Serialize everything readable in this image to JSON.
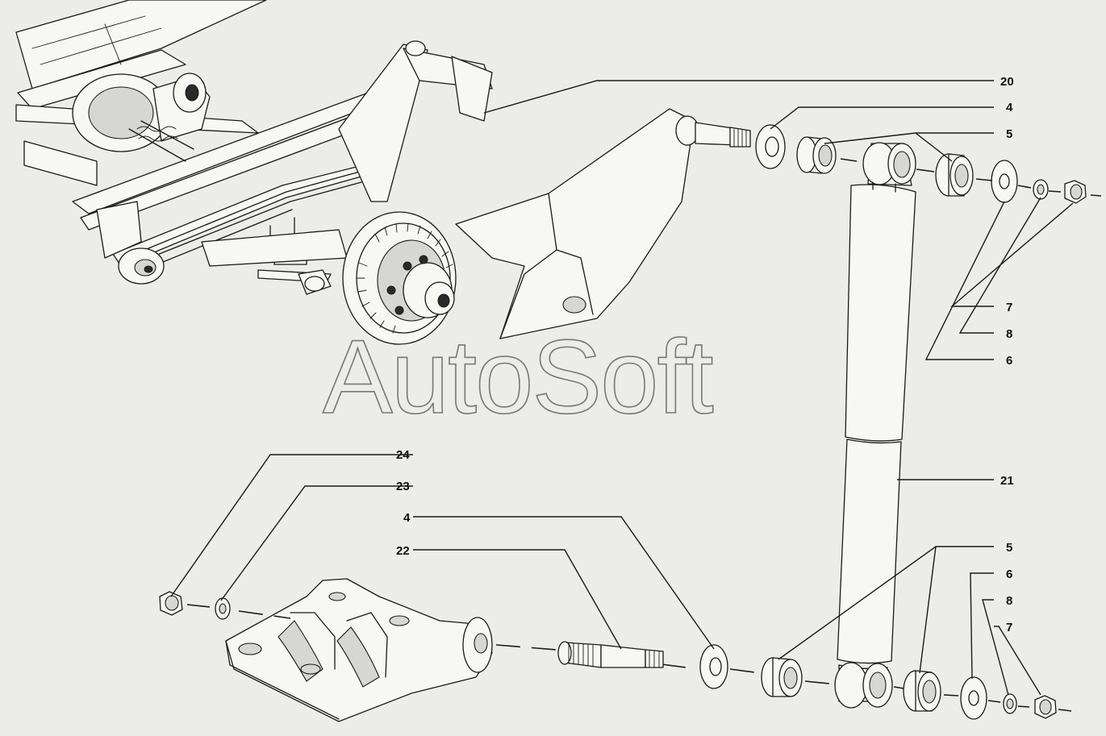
{
  "watermark": "AutoSoft",
  "callouts": [
    {
      "id": "c-20",
      "text": "20"
    },
    {
      "id": "c-4a",
      "text": "4"
    },
    {
      "id": "c-5a",
      "text": "5"
    },
    {
      "id": "c-7a",
      "text": "7"
    },
    {
      "id": "c-8a",
      "text": "8"
    },
    {
      "id": "c-6a",
      "text": "6"
    },
    {
      "id": "c-21",
      "text": "21"
    },
    {
      "id": "c-24",
      "text": "24"
    },
    {
      "id": "c-23",
      "text": "23"
    },
    {
      "id": "c-4b",
      "text": "4"
    },
    {
      "id": "c-22",
      "text": "22"
    },
    {
      "id": "c-5b",
      "text": "5"
    },
    {
      "id": "c-6b",
      "text": "6"
    },
    {
      "id": "c-8b",
      "text": "8"
    },
    {
      "id": "c-7b",
      "text": "7"
    }
  ]
}
